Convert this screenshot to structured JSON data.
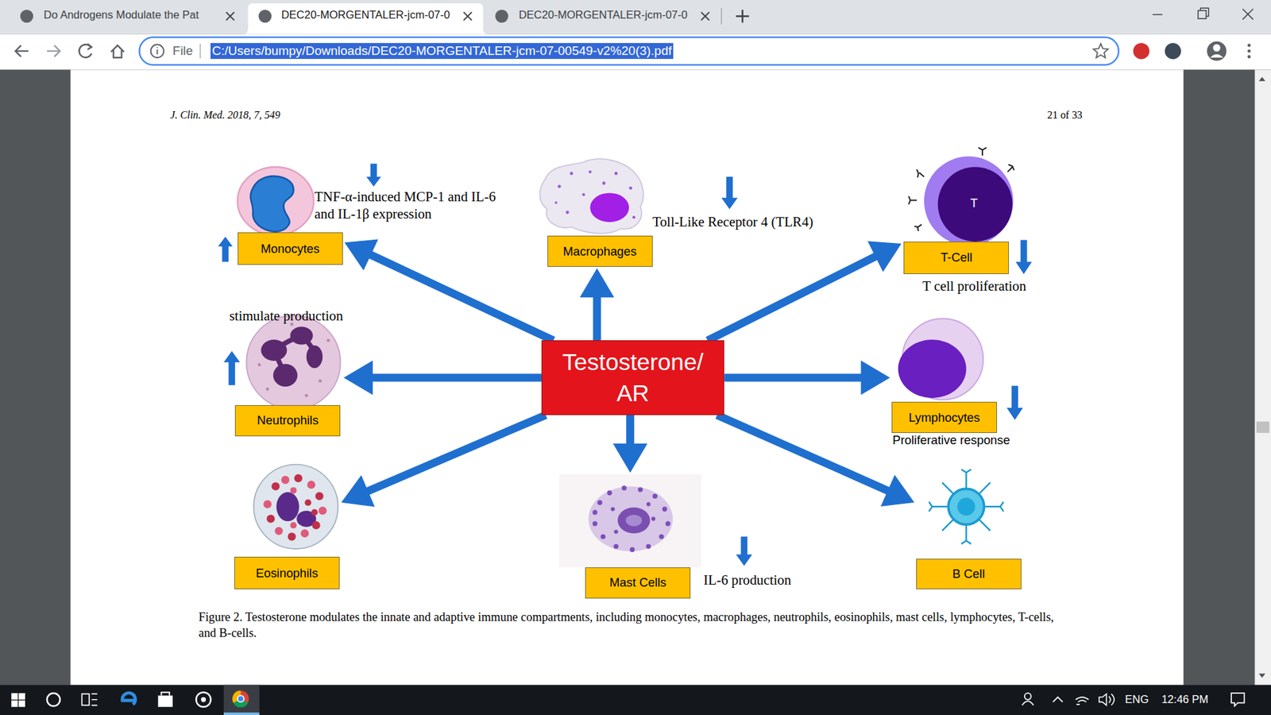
{
  "diagram": {
    "caption": "Figure 2. Testosterone modulates the innate and adaptive immune compartments, including monocytes, macrophages, neutrophils, eosinophils, mast cells, lymphocytes, T-cells, and B-cells.",
    "nodes": [
      {
        "text": [
          "Monocytes"
        ]
      },
      {
        "text": [
          "Macrophages"
        ]
      },
      {
        "text": [
          "T-Cell"
        ]
      },
      {
        "text": [
          "Neutrophils"
        ]
      },
      {
        "text": [
          "Testosterone/ AR"
        ]
      },
      {
        "text": [
          "Lymphocytes"
        ]
      },
      {
        "text": [
          "Eosinophils"
        ]
      },
      {
        "text": [
          "Mast Cells"
        ]
      },
      {
        "text": [
          "B Cell"
        ]
      }
    ],
    "edges": [
      {
        "from": 4,
        "to": 0,
        "arrow": "to"
      },
      {
        "from": 4,
        "to": 1,
        "arrow": "to"
      },
      {
        "from": 4,
        "to": 2,
        "arrow": "to"
      },
      {
        "from": 4,
        "to": 3,
        "arrow": "to"
      },
      {
        "from": 4,
        "to": 5,
        "arrow": "to"
      },
      {
        "from": 4,
        "to": 6,
        "arrow": "to"
      },
      {
        "from": 4,
        "to": 7,
        "arrow": "to"
      },
      {
        "from": 4,
        "to": 8,
        "arrow": "to"
      }
    ],
    "labels": [
      "Do Androgens Modulate the Pat",
      "DEC20-MORGENTALER-jcm-07-0",
      "DEC20-MORGENTALER-jcm-07-0",
      "File",
      "C:/Users/bumpy/Downloads/DEC20-MORGENTALER-jcm-07-00549-v2%20(3).pdf",
      "J. Clin. Med. 2018, 7, 549",
      "21 of 33",
      "TNF-α-induced MCP-1 and IL-6 and IL-1β expression",
      "T",
      "Toll-Like Receptor 4 (TLR4)",
      "T cell proliferation",
      "stimulate production",
      "Proliferative response",
      "IL-6 production",
      "ENG",
      "12:46 PM"
    ]
  }
}
